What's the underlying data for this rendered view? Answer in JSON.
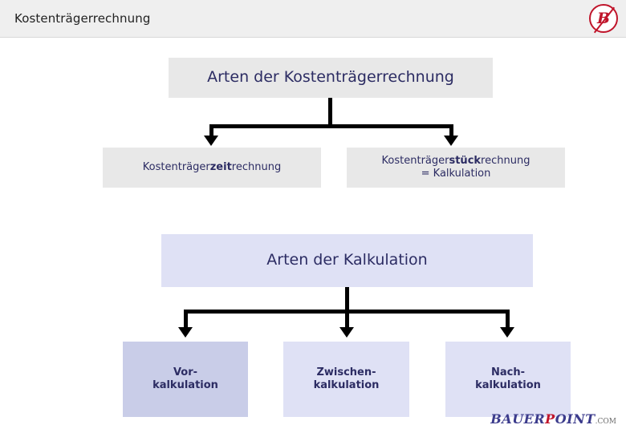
{
  "header": {
    "title": "Kostenträgerrechnung",
    "logo_letter": "B",
    "logo_name": "bauerpoint-logo"
  },
  "diagram": {
    "title_1": "Arten der Kostenträgerrechnung",
    "level_1": [
      {
        "name": "kostentraegerzeitrechnung",
        "prefix": "Kostenträger",
        "emphasis": "zeit",
        "suffix": "rechnung",
        "line2": ""
      },
      {
        "name": "kostentraegerstueckrechnung",
        "prefix": "Kostenträger",
        "emphasis": "stück",
        "suffix": "rechnung",
        "line2": "= Kalkulation"
      }
    ],
    "title_2": "Arten der Kalkulation",
    "level_2": [
      {
        "name": "vorkalkulation",
        "line1": "Vor-",
        "line2": "kalkulation"
      },
      {
        "name": "zwischenkalkulation",
        "line1": "Zwischen-",
        "line2": "kalkulation"
      },
      {
        "name": "nachkalkulation",
        "line1": "Nach-",
        "line2": "kalkulation"
      }
    ]
  },
  "footer": {
    "brand_1": "BAUER",
    "brand_2": "P",
    "brand_3": "OINT",
    "brand_4": ".COM"
  },
  "colors": {
    "header_bg": "#efefef",
    "box_grey": "#e8e8e8",
    "box_lavender": "#dfe1f5",
    "box_lavender_dark": "#c9cde8",
    "text_navy": "#2c2c63",
    "accent_red": "#c0152b"
  }
}
